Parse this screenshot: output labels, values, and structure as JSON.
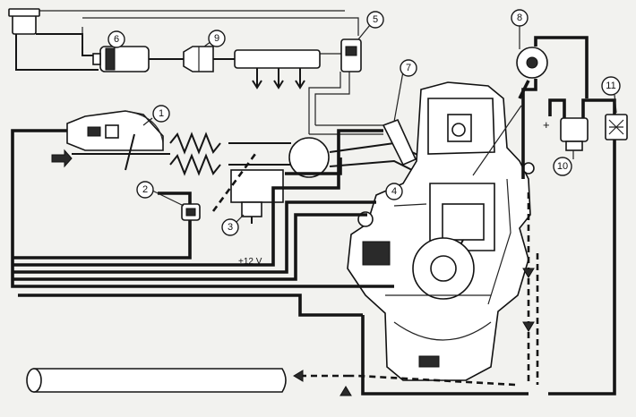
{
  "diagram": {
    "callouts": [
      "1",
      "2",
      "3",
      "4",
      "5",
      "6",
      "7",
      "8",
      "9",
      "10",
      "11"
    ],
    "supply_label": "+12 V",
    "plus_sign": "+"
  },
  "colors": {
    "line": "#151515",
    "paper": "#f2f2ef"
  }
}
